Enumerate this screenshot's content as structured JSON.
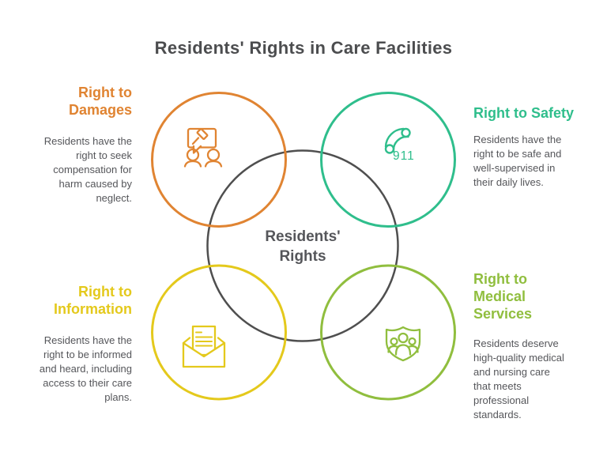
{
  "title": "Residents' Rights in Care Facilities",
  "center_label": "Residents'\nRights",
  "sections": {
    "damages": {
      "heading": "Right to\nDamages",
      "description": "Residents have the\nright to seek\ncompensation for\nharm caused by\nneglect.",
      "color": "#E08432",
      "icon": "gavel-speech-bubble-icon"
    },
    "safety": {
      "heading": "Right to Safety",
      "description": "Residents have the\nright to be safe and\nwell-supervised in\ntheir daily lives.",
      "color": "#2FBE8C",
      "icon": "emergency-phone-icon",
      "phone_label": "911"
    },
    "information": {
      "heading": "Right to\nInformation",
      "description": "Residents have the\nright to be informed\nand heard, including\naccess to their care\nplans.",
      "color": "#E4C91C",
      "icon": "open-letter-icon"
    },
    "medical": {
      "heading": "Right to\nMedical\nServices",
      "description": "Residents deserve\nhigh-quality medical\nand nursing care\nthat meets\nprofessional\nstandards.",
      "color": "#90BE3E",
      "icon": "shield-people-icon"
    }
  },
  "colors": {
    "background": "#FFFFFF",
    "title_text": "#4C4D4F",
    "body_text": "#55565A",
    "center_circle": "#4F4F4F",
    "orange": "#E08432",
    "green": "#2FBE8C",
    "yellow": "#E4C91C",
    "yellow_green": "#90BE3E"
  }
}
